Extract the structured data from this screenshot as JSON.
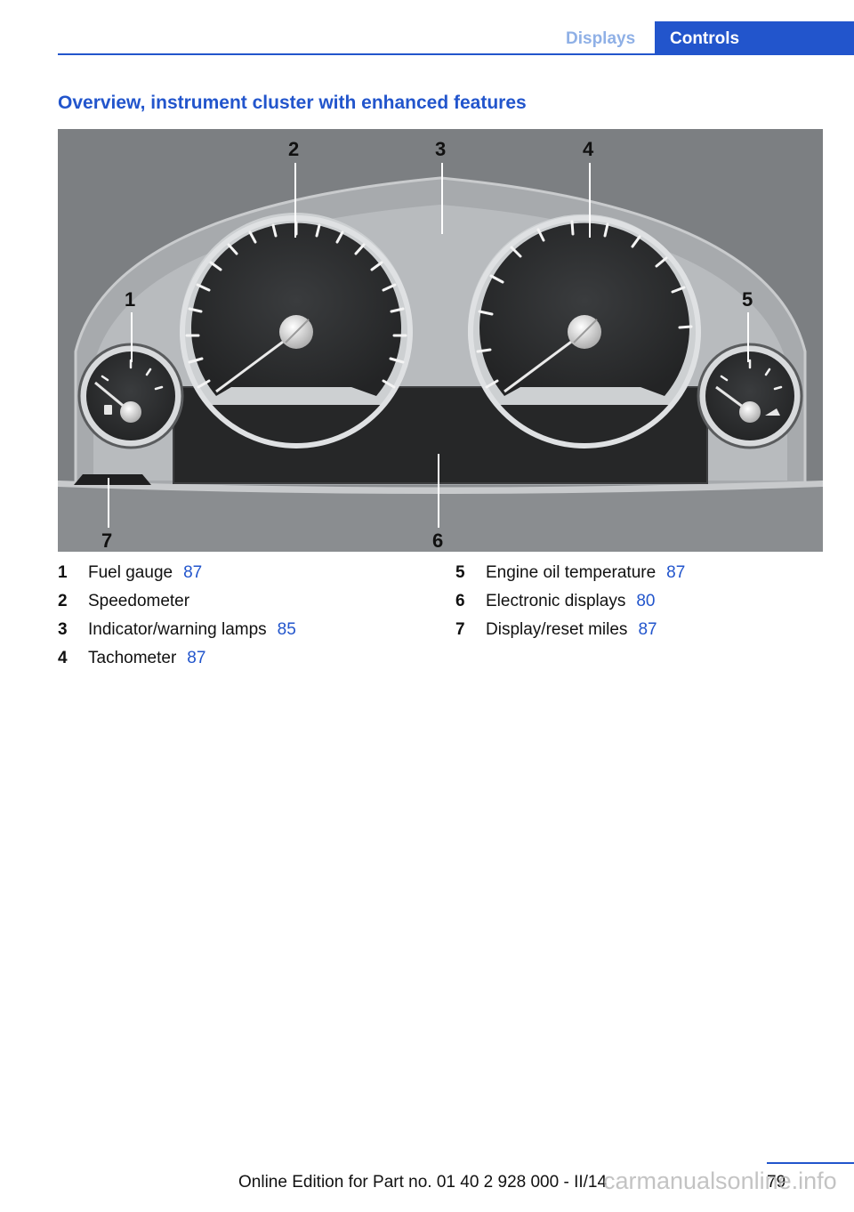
{
  "header": {
    "section": "Displays",
    "chapter": "Controls"
  },
  "title": "Overview, instrument cluster with enhanced features",
  "figure": {
    "callouts": [
      "1",
      "2",
      "3",
      "4",
      "5",
      "6",
      "7"
    ]
  },
  "legend": {
    "left": [
      {
        "num": "1",
        "label": "Fuel gauge",
        "page": "87"
      },
      {
        "num": "2",
        "label": "Speedometer",
        "page": ""
      },
      {
        "num": "3",
        "label": "Indicator/warning lamps",
        "page": "85"
      },
      {
        "num": "4",
        "label": "Tachometer",
        "page": "87"
      }
    ],
    "right": [
      {
        "num": "5",
        "label": "Engine oil temperature",
        "page": "87"
      },
      {
        "num": "6",
        "label": "Electronic displays",
        "page": "80"
      },
      {
        "num": "7",
        "label": "Display/reset miles",
        "page": "87"
      }
    ]
  },
  "footer": {
    "page_number": "79",
    "edition": "Online Edition for Part no. 01 40 2 928 000 - II/14",
    "watermark": "carmanualsonline.info"
  }
}
